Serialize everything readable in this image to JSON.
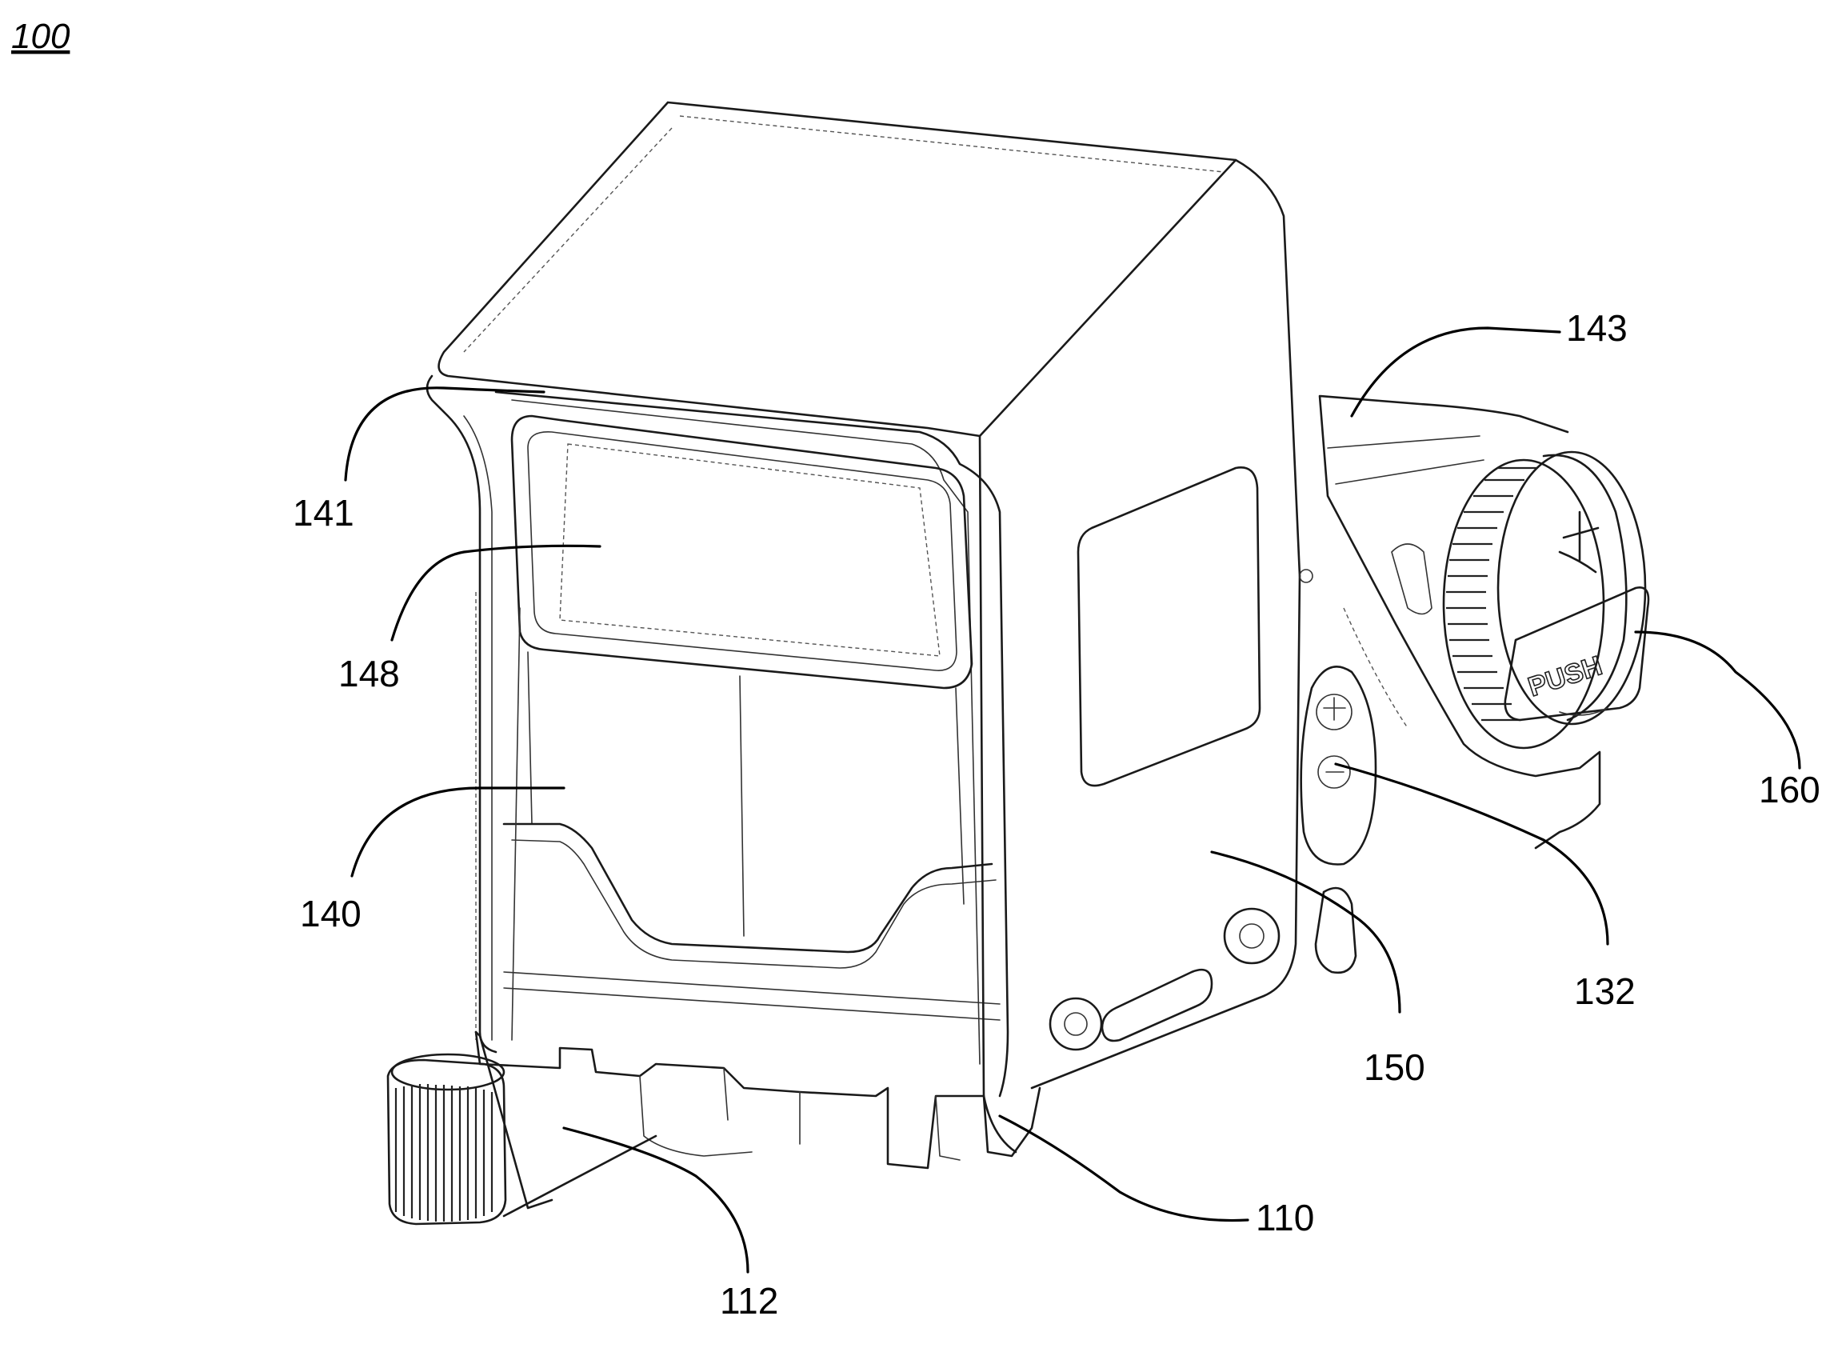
{
  "figure": {
    "number": "100",
    "knob_text": "PUSH",
    "labels": [
      {
        "id": "141",
        "text": "141"
      },
      {
        "id": "148",
        "text": "148"
      },
      {
        "id": "140",
        "text": "140"
      },
      {
        "id": "143",
        "text": "143"
      },
      {
        "id": "160",
        "text": "160"
      },
      {
        "id": "132",
        "text": "132"
      },
      {
        "id": "150",
        "text": "150"
      },
      {
        "id": "110",
        "text": "110"
      },
      {
        "id": "112",
        "text": "112"
      }
    ]
  }
}
